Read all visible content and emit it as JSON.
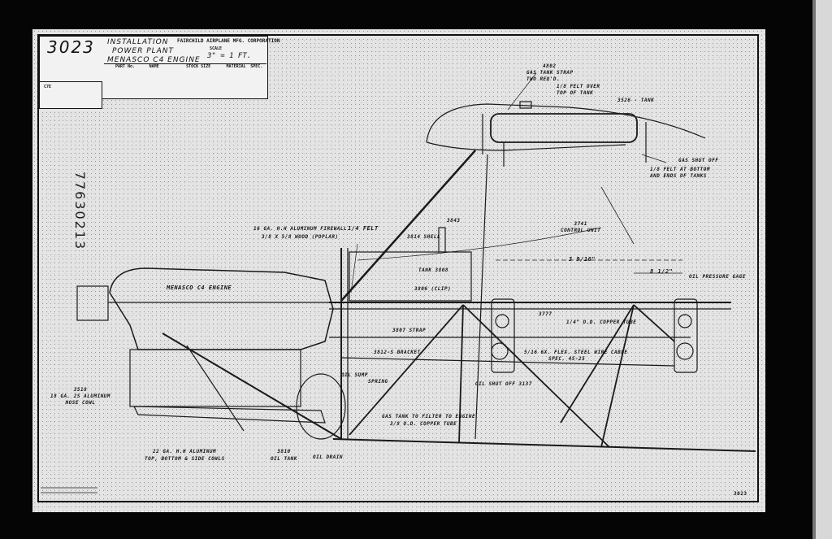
{
  "title_block": {
    "drawing_number": "3023",
    "title_lines": [
      "INSTALLATION",
      "POWER PLANT",
      "MENASCO C4 ENGINE"
    ],
    "company": "FAIRCHILD AIRPLANE MFG. CORPORATION",
    "scale_label": "SCALE",
    "scale": "3\" = 1 FT.",
    "left_code": "C7E",
    "columns": [
      "PART No.",
      "NAME",
      "STOCK SIZE",
      "MATERIAL",
      "SPEC."
    ]
  },
  "side_stamp": "77630213",
  "labels": {
    "tank_strap": [
      "4802",
      "GAS TANK STRAP",
      "TWO REQ'D."
    ],
    "felt_top": [
      "1/8 FELT OVER",
      "TOP OF TANK"
    ],
    "part_3526": "3526 - TANK",
    "gas_shut_off": "GAS SHUT OFF",
    "felt_bottom": [
      "1/8 FELT AT BOTTOM",
      "AND ENDS OF TANKS"
    ],
    "control_unit": [
      "3741",
      "CONTROL UNIT"
    ],
    "dim_1": "3 9/16\"",
    "dim_2": "8 1/2\"",
    "oil_pressure_gage": "OIL PRESSURE GAGE",
    "part_3777": "3777",
    "copper_tube": "1/4\" O.D. COPPER TUBE",
    "wire_cable": [
      "5/16 6X. FLEX. STEEL WIRE CABLE",
      "SPEC. 45-25"
    ],
    "oil_shut_off": "OIL SHUT OFF 3137",
    "firewall": [
      "16 GA. H.H ALUMINUM FIREWALL",
      "3/8 X 5/8 WOOD (POPLAR)"
    ],
    "felt": "1/4 FELT",
    "part_3843": "3843",
    "shell": "3814 SHELL",
    "tank": "TANK 3808",
    "clip": "3806 (CLIP)",
    "engine": "MENASCO C4 ENGINE",
    "bracket": "3812-S BRACKET",
    "strap": "3807 STRAP",
    "spring": "SPRING",
    "oil_sump": "OIL SUMP",
    "nose_cowl": [
      "3518",
      "18 GA. 2S ALUMINUM",
      "NOSE COWL"
    ],
    "cowls": [
      "22 GA. H.H ALUMINUM",
      "TOP, BOTTOM & SIDE COWLS"
    ],
    "oil_tank": [
      "3810",
      "OIL TANK"
    ],
    "oil_drain": "OIL DRAIN",
    "gas_line": [
      "GAS TANK TO FILTER TO ENGINE",
      "3/8 O.D. COPPER TUBE"
    ],
    "footer_number": "3023"
  }
}
